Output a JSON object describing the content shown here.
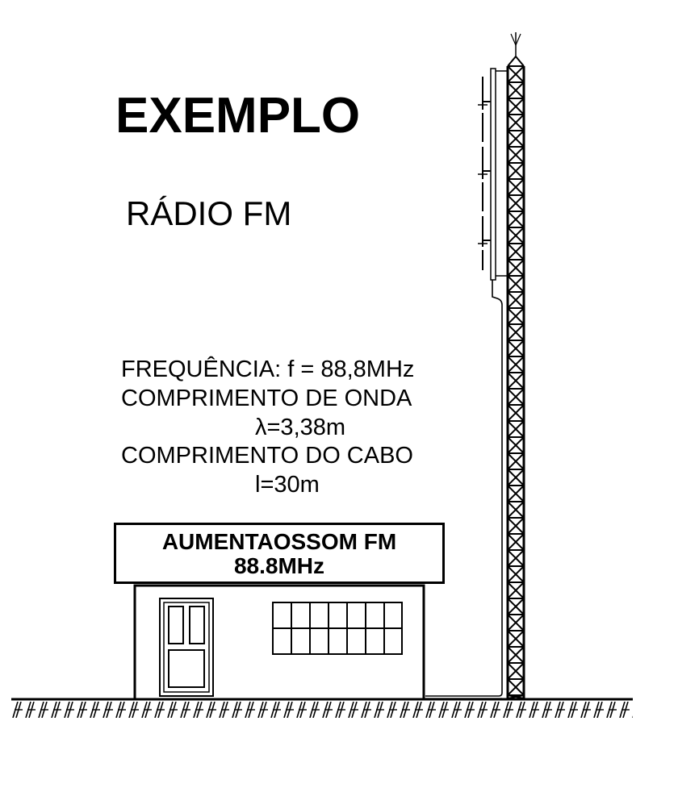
{
  "title": "EXEMPLO",
  "subtitle": "RÁDIO FM",
  "info": {
    "frequency": "FREQUÊNCIA: f = 88,8MHz",
    "wavelength_label": "COMPRIMENTO DE ONDA",
    "wavelength_value": "λ=3,38m",
    "cable_label": "COMPRIMENTO DO CABO",
    "cable_value": "l=30m"
  },
  "sign": {
    "station": "AUMENTAOSSOM FM",
    "frequency": "88.8MHz"
  },
  "icons": {
    "tower": "lattice-tower-icon",
    "antenna": "antenna-icon",
    "building": "station-building-icon",
    "ground": "ground-hatch-icon"
  }
}
